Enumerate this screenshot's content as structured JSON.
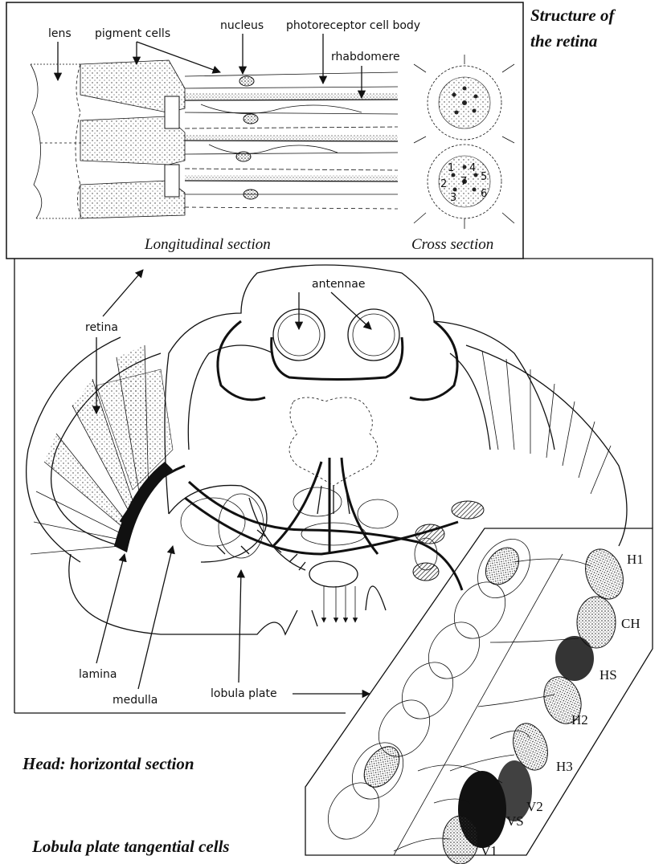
{
  "retina_panel": {
    "title_line1": "Structure of",
    "title_line2": "the retina",
    "labels": {
      "lens": "lens",
      "pigment_cells": "pigment cells",
      "nucleus": "nucleus",
      "photoreceptor": "photoreceptor cell body",
      "rhabdomere": "rhabdomere"
    },
    "longitudinal_caption": "Longitudinal section",
    "cross_caption": "Cross section",
    "cross_numbers": [
      "1",
      "2",
      "3",
      "4",
      "5",
      "6",
      "7"
    ]
  },
  "head_panel": {
    "labels": {
      "antennae": "antennae",
      "retina": "retina",
      "lamina": "lamina",
      "medulla": "medulla",
      "lobula_plate": "lobula plate"
    },
    "caption": "Head: horizontal section"
  },
  "lobula_panel": {
    "cells": [
      "H1",
      "CH",
      "HS",
      "H2",
      "H3",
      "V2",
      "VS",
      "V1"
    ],
    "caption": "Lobula plate tangential cells"
  }
}
